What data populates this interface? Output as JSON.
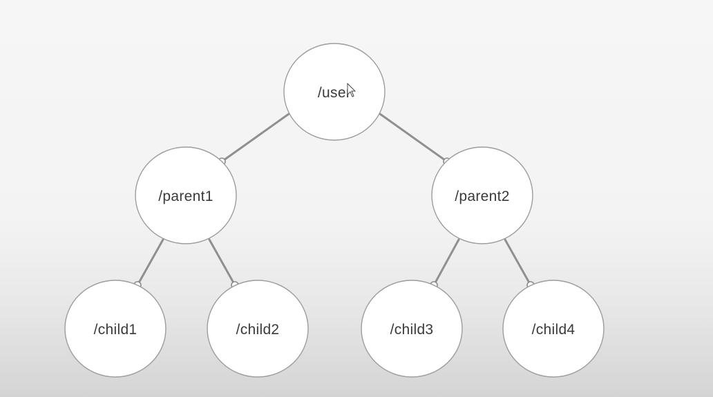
{
  "diagram": {
    "type": "tree",
    "nodes": [
      {
        "id": "user",
        "label": "/user"
      },
      {
        "id": "parent1",
        "label": "/parent1"
      },
      {
        "id": "parent2",
        "label": "/parent2"
      },
      {
        "id": "child1",
        "label": "/child1"
      },
      {
        "id": "child2",
        "label": "/child2"
      },
      {
        "id": "child3",
        "label": "/child3"
      },
      {
        "id": "child4",
        "label": "/child4"
      }
    ],
    "edges": [
      {
        "from": "user",
        "to": "parent1"
      },
      {
        "from": "user",
        "to": "parent2"
      },
      {
        "from": "parent1",
        "to": "child1"
      },
      {
        "from": "parent1",
        "to": "child2"
      },
      {
        "from": "parent2",
        "to": "child3"
      },
      {
        "from": "parent2",
        "to": "child4"
      }
    ]
  },
  "colors": {
    "node_fill": "#ffffff",
    "node_stroke": "#9c9c9c",
    "edge": "#8f8f8f",
    "label": "#3a3a3a"
  }
}
